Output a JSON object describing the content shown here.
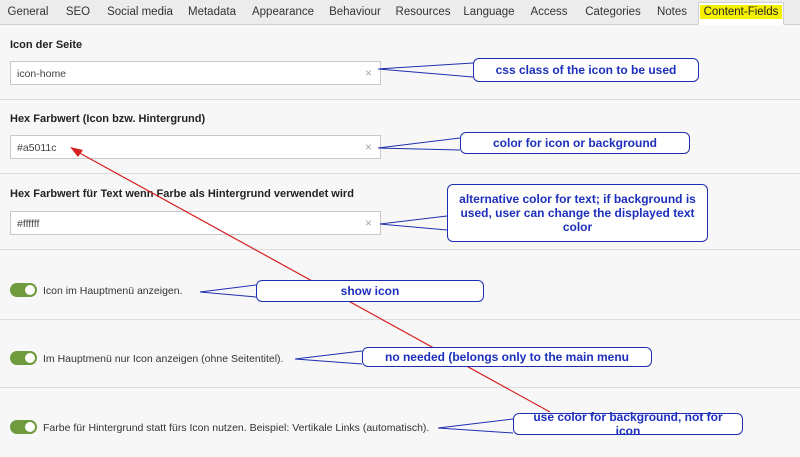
{
  "tabs": [
    {
      "label": "General"
    },
    {
      "label": "SEO"
    },
    {
      "label": "Social media"
    },
    {
      "label": "Metadata"
    },
    {
      "label": "Appearance"
    },
    {
      "label": "Behaviour"
    },
    {
      "label": "Resources"
    },
    {
      "label": "Language"
    },
    {
      "label": "Access"
    },
    {
      "label": "Categories"
    },
    {
      "label": "Notes"
    },
    {
      "label": "Content-Fields",
      "active": true
    }
  ],
  "fields": {
    "icon": {
      "label": "Icon der Seite",
      "value": "icon-home"
    },
    "hex": {
      "label": "Hex Farbwert (Icon bzw. Hintergrund)",
      "value": "#a5011c"
    },
    "text_color": {
      "label": "Hex Farbwert für Text wenn Farbe als Hintergrund verwendet wird",
      "value": "#ffffff"
    }
  },
  "toggles": {
    "show_icon": {
      "label": "Icon im Hauptmenü anzeigen.",
      "on": true
    },
    "icon_only": {
      "label": "Im Hauptmenü nur Icon anzeigen (ohne Seitentitel).",
      "on": true
    },
    "bg_color": {
      "label": "Farbe für Hintergrund statt fürs Icon nutzen. Beispiel: Vertikale Links (automatisch).",
      "on": true
    }
  },
  "clear_glyph": "×",
  "callouts": {
    "css_class": "css class of the icon to be used",
    "color": "color for icon or background",
    "alt_color": "alternative color for text; if background is used, user can change the displayed text color",
    "show_icon": "show icon",
    "no_needed": "no needed (belongs only to the main menu",
    "use_color": "use color for background, not for icon"
  },
  "colors": {
    "accent_toggle": "#6f9a3d",
    "callout_text": "#1c2fbd",
    "arrow": "#d42020",
    "active_tab_highlight": "#f5ef00"
  }
}
